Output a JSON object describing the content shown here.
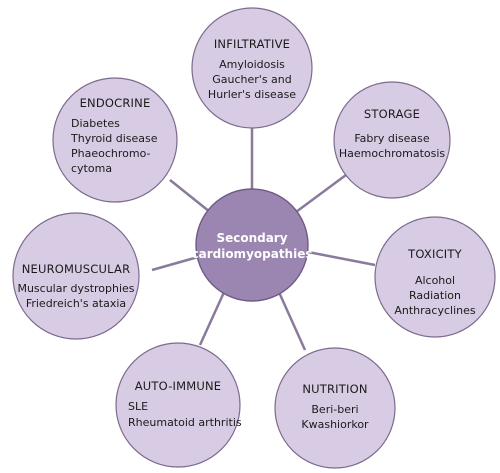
{
  "center": {
    "line1": "Secondary",
    "line2": "cardiomyopathies"
  },
  "nodes": [
    {
      "title": "INFILTRATIVE",
      "items": [
        "Amyloidosis",
        "Gaucher's and",
        "Hurler's disease"
      ]
    },
    {
      "title": "STORAGE",
      "items": [
        "Fabry disease",
        "Haemochromatosis"
      ]
    },
    {
      "title": "TOXICITY",
      "items": [
        "Alcohol",
        "Radiation",
        "Anthracyclines"
      ]
    },
    {
      "title": "NUTRITION",
      "items": [
        "Beri-beri",
        "Kwashiorkor"
      ]
    },
    {
      "title": "AUTO-IMMUNE",
      "items": [
        "SLE",
        "Rheumatoid arthritis"
      ]
    },
    {
      "title": "NEUROMUSCULAR",
      "items": [
        "Muscular dystrophies",
        "Friedreich's ataxia"
      ]
    },
    {
      "title": "ENDOCRINE",
      "items": [
        "Diabetes",
        "Thyroid disease",
        "Phaeochromo-",
        "cytoma"
      ]
    }
  ],
  "colors": {
    "center_fill": "#9b86b1",
    "node_fill": "#d8cce4",
    "stroke": "#7c6a8d"
  }
}
